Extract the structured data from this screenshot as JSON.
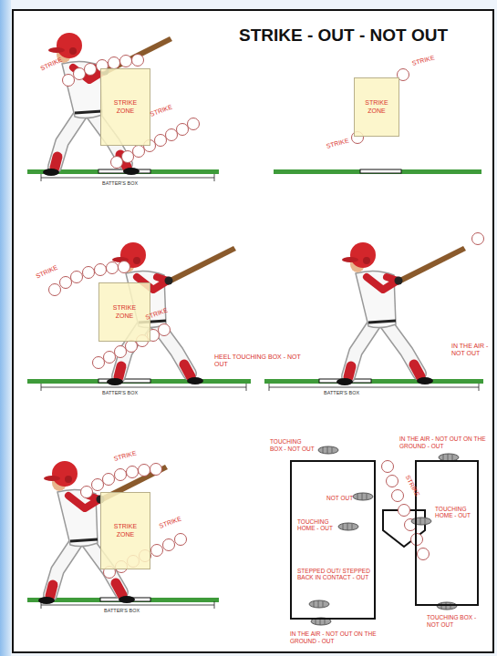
{
  "diagram": {
    "title": "STRIKE - OUT - NOT OUT",
    "nodes": [
      {
        "text": [
          "STRIKE ZONE"
        ]
      },
      {
        "text": [
          "STRIKE ZONE"
        ]
      },
      {
        "text": [
          "STRIKE ZONE"
        ]
      },
      {
        "text": [
          "STRIKE ZONE"
        ]
      },
      {
        "text": [
          "NOT OUT",
          "TOUCHING HOME - OUT",
          "STEPPED OUT/ STEPPED BACK IN CONTACT - OUT"
        ]
      },
      {
        "text": [
          "TOUCHING HOME - OUT"
        ]
      }
    ],
    "labels": [
      "STRIKE",
      "STRIKE",
      "STRIKE",
      "STRIKE",
      "BATTER'S BOX",
      "STRIKE",
      "STRIKE",
      "HEEL TOUCHING BOX - NOT OUT",
      "IN THE AIR - NOT OUT",
      "BATTER'S BOX",
      "BATTER'S BOX",
      "TOUCHING BOX - NOT OUT",
      "IN THE AIR - NOT OUT ON THE GROUND - OUT",
      "STRIKE",
      "STRIKE",
      "STRIKE",
      "BATTER'S BOX",
      "IN THE AIR - NOT OUT ON THE GROUND - OUT",
      "TOUCHING BOX - NOT OUT"
    ]
  }
}
